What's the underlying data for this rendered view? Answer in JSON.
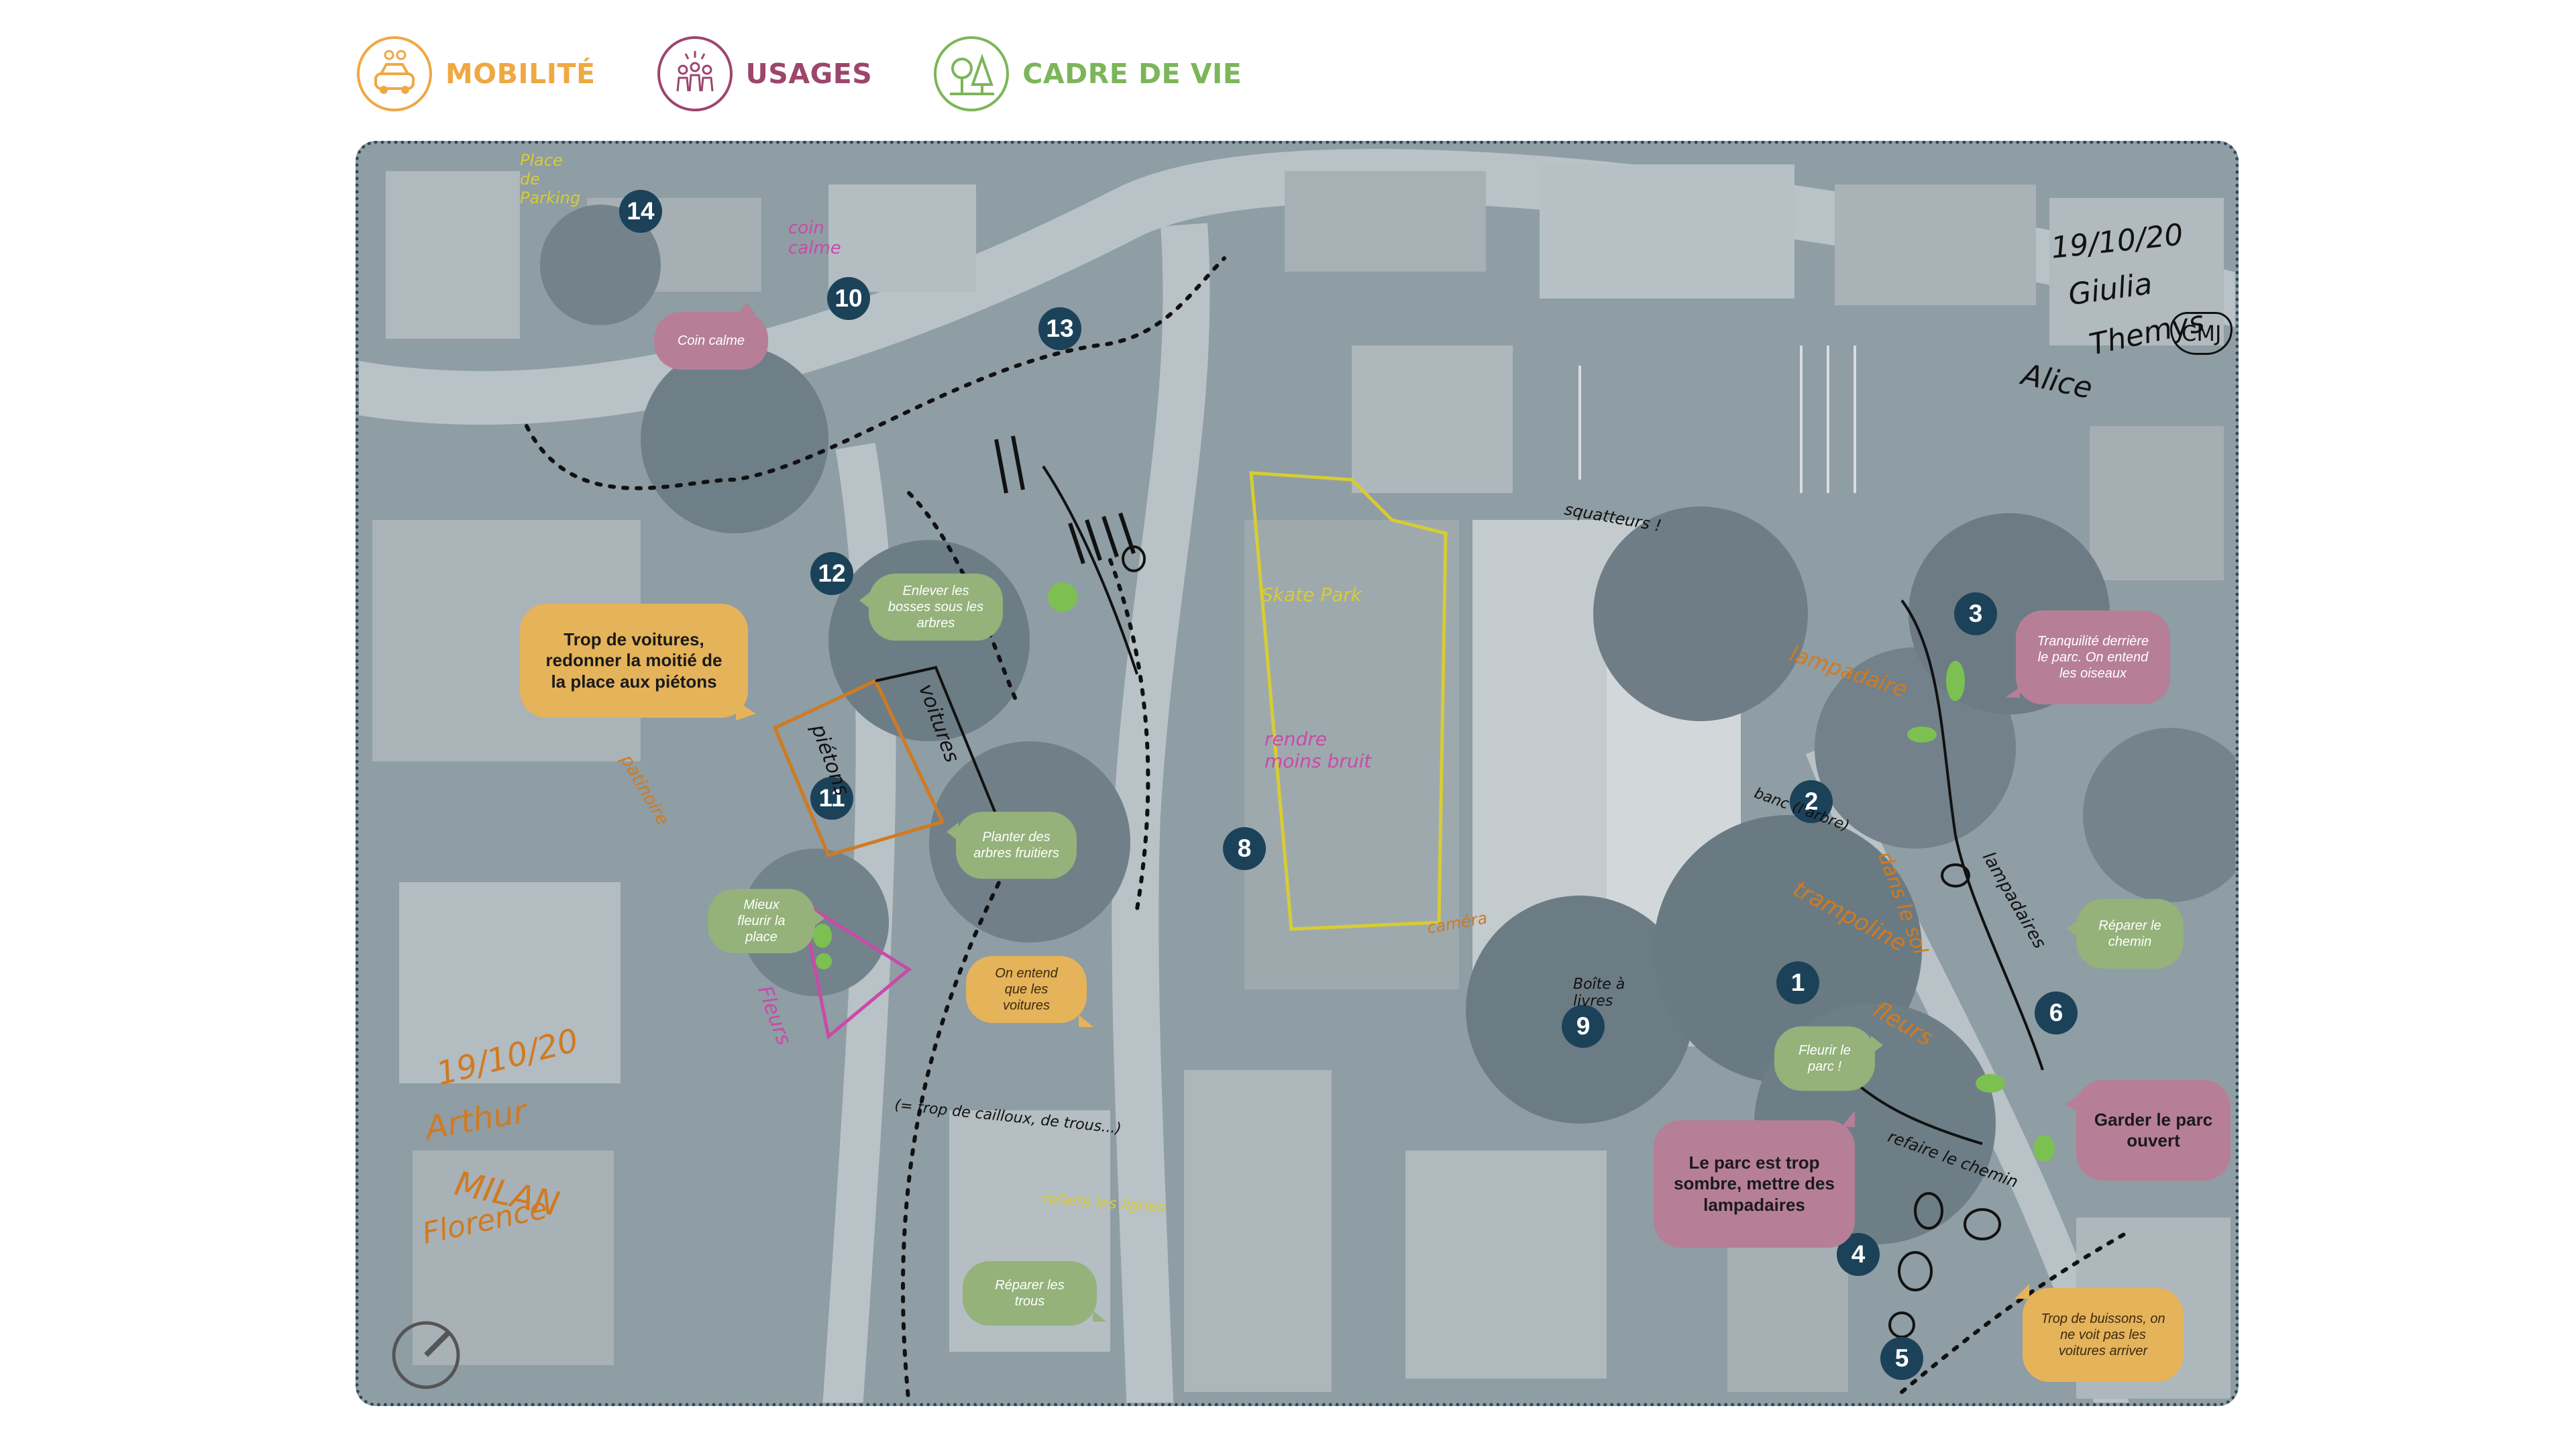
{
  "legend": [
    {
      "label": "MOBILITÉ",
      "color": "#efa842",
      "icon": "car-people-icon"
    },
    {
      "label": "USAGES",
      "color": "#9c466c",
      "icon": "people-group-icon"
    },
    {
      "label": "CADRE DE VIE",
      "color": "#7cb55a",
      "icon": "trees-icon"
    }
  ],
  "markers": [
    "1",
    "2",
    "3",
    "4",
    "5",
    "6",
    "8",
    "9",
    "10",
    "11",
    "12",
    "13",
    "14"
  ],
  "bubbles": {
    "coin_calme": "Coin calme",
    "enlever_bosses": "Enlever les bosses sous les arbres",
    "trop_voitures": "Trop de voitures, redonner la moitié de la place aux piétons",
    "planter_arbres": "Planter des arbres fruitiers",
    "mieux_fleurir": "Mieux fleurir la place",
    "on_entend_voitures": "On entend que les voitures",
    "reparer_trous": "Réparer les trous",
    "tranquilite": "Tranquilité derrière le parc. On entend les oiseaux",
    "reparer_chemin": "Réparer le chemin",
    "fleurir_parc": "Fleurir le parc !",
    "garder_parc": "Garder le parc ouvert",
    "parc_sombre": "Le parc est trop sombre, mettre des lampadaires",
    "trop_buissons": "Trop de buissons, on ne voit pas les voitures arriver"
  },
  "annotations": {
    "date_top": "19/10/20",
    "name1": "Giulia",
    "name2": "Themys",
    "name3": "Alice",
    "cmj": "CMJ",
    "date_bottom": "19/10/20",
    "arthur": "Arthur",
    "milan": "MILAN",
    "florence": "Florence",
    "skate_park": "Skate Park",
    "rendre_moins_bruit": "rendre moins bruit",
    "pietons": "piétons",
    "voitures": "voitures",
    "places_parking": "Place de Parking",
    "coin_calme_hw": "coin calme",
    "squatteurs": "squatteurs !",
    "lampadaire": "lampadaire",
    "lampadaires": "lampadaires",
    "trampoline": "trampoline",
    "dans_le_sol": "dans le sol",
    "fleurs": "fleurs",
    "banc": "banc (l'arbre)",
    "boite_livres": "Boîte à livres",
    "camera": "caméra",
    "refaire_chemin": "refaire le chemin",
    "patinoire": "patinoire",
    "fleurs_pink": "Fleurs",
    "cailloux": "(= trop de cailloux, de trous...)",
    "refaire_lignes": "refaire les lignes"
  },
  "colors": {
    "mobilite": "#efa842",
    "usages": "#9c466c",
    "cadre_de_vie": "#7cb55a",
    "marker": "#1c4259",
    "map_base": "#8f9da4"
  }
}
